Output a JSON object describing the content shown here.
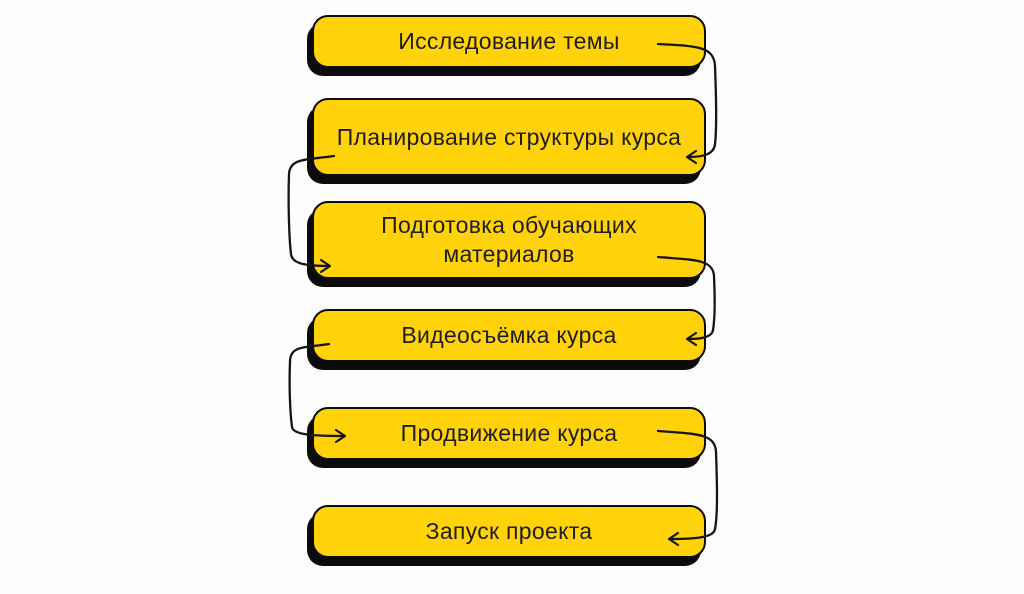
{
  "page": {
    "background": "#fdfdfd"
  },
  "colors": {
    "box_fill": "#FFD20A",
    "box_border": "#0d0d0d",
    "box_shadow": "#0b0b0b",
    "text": "#1e1e1e",
    "connector": "#161616"
  },
  "diagram": {
    "type": "flowchart",
    "direction": "top-to-bottom",
    "steps": [
      {
        "order": 1,
        "label": "Исследование темы"
      },
      {
        "order": 2,
        "label": "Планирование структуры курса"
      },
      {
        "order": 3,
        "label": "Подготовка обучающих материалов"
      },
      {
        "order": 4,
        "label": "Видеосъёмка курса"
      },
      {
        "order": 5,
        "label": "Продвижение курса"
      },
      {
        "order": 6,
        "label": "Запуск проекта"
      }
    ],
    "connections": [
      {
        "from": 1,
        "to": 2,
        "side": "right"
      },
      {
        "from": 2,
        "to": 3,
        "side": "left"
      },
      {
        "from": 3,
        "to": 4,
        "side": "right"
      },
      {
        "from": 4,
        "to": 5,
        "side": "left"
      },
      {
        "from": 5,
        "to": 6,
        "side": "right"
      }
    ]
  }
}
